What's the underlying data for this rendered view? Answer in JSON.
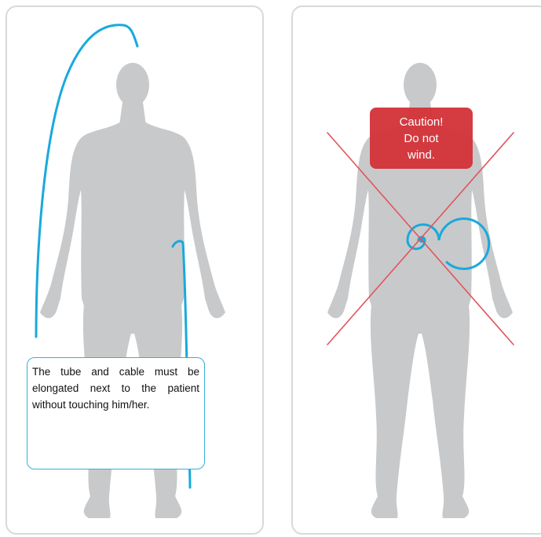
{
  "left_panel": {
    "instruction": "The tube and cable must be elongated next to the patient without touching him/her."
  },
  "right_panel": {
    "warning_line1": "Caution!",
    "warning_line2": "Do not",
    "warning_line3": "wind."
  },
  "colors": {
    "figure": "#c8c9cb",
    "tube": "#19a9dd",
    "warning": "#d2343a",
    "cross": "#e0555b",
    "panel_border": "#d9d9d9"
  }
}
